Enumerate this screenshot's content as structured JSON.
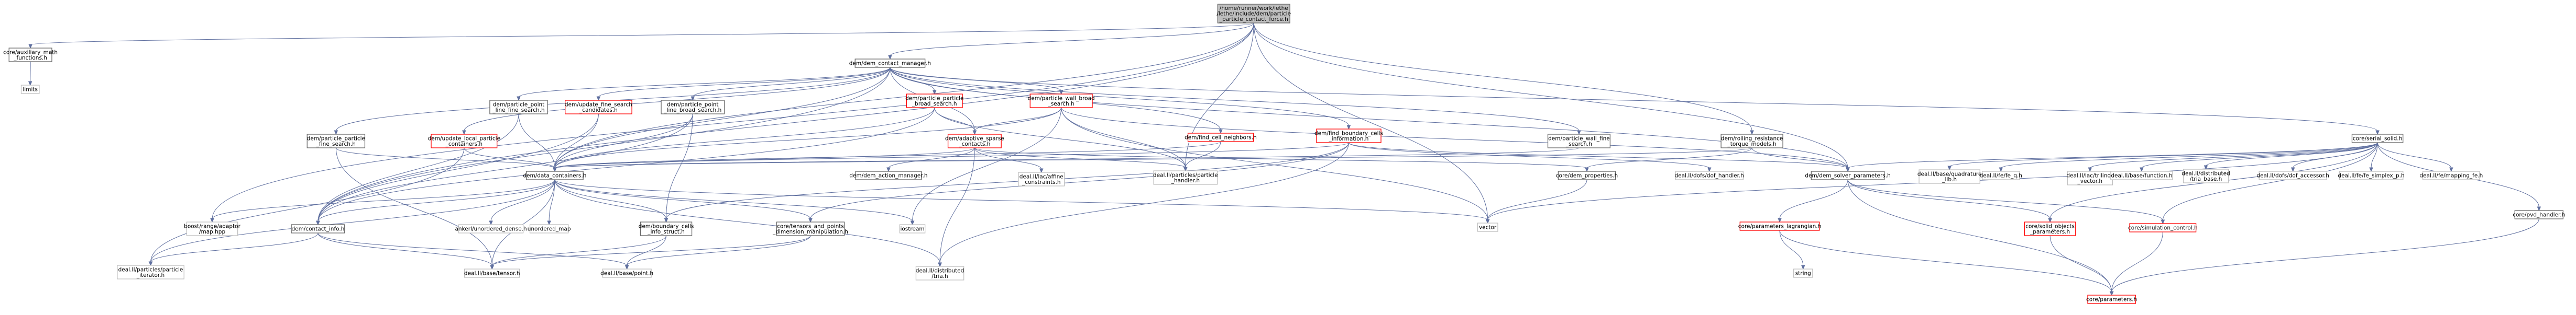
{
  "palette": {
    "root_fill": "#bfbfbf",
    "node_fill": "#ffffff",
    "linked_border": "#666666",
    "partial_border": "#ff0000",
    "external_border": "#bfbfbf",
    "edge": "#5f6f9f",
    "text": "#000000"
  },
  "nodes": [
    {
      "id": "root",
      "lines": [
        "/home/runner/work/lethe",
        "/lethe/include/dem/particle",
        "_particle_contact_force.h"
      ],
      "kind": "root"
    },
    {
      "id": "aux_math",
      "lines": [
        "core/auxiliary_math",
        "_functions.h"
      ],
      "kind": "linked"
    },
    {
      "id": "limits",
      "lines": [
        "limits"
      ],
      "kind": "external"
    },
    {
      "id": "dcm",
      "lines": [
        "dem/dem_contact_manager.h"
      ],
      "kind": "linked"
    },
    {
      "id": "ppfs",
      "lines": [
        "dem/particle_point",
        "_line_fine_search.h"
      ],
      "kind": "linked"
    },
    {
      "id": "ufsc",
      "lines": [
        "dem/update_fine_search",
        "_candidates.h"
      ],
      "kind": "partial"
    },
    {
      "id": "pplbs",
      "lines": [
        "dem/particle_point",
        "_line_broad_search.h"
      ],
      "kind": "linked"
    },
    {
      "id": "ppbs",
      "lines": [
        "dem/particle_particle",
        "_broad_search.h"
      ],
      "kind": "partial"
    },
    {
      "id": "pwbs",
      "lines": [
        "dem/particle_wall_broad",
        "_search.h"
      ],
      "kind": "partial"
    },
    {
      "id": "ppfs2",
      "lines": [
        "dem/particle_particle",
        "_fine_search.h"
      ],
      "kind": "linked"
    },
    {
      "id": "ulc",
      "lines": [
        "dem/update_local_particle",
        "_containers.h"
      ],
      "kind": "partial"
    },
    {
      "id": "asc",
      "lines": [
        "dem/adaptive_sparse",
        "_contacts.h"
      ],
      "kind": "partial"
    },
    {
      "id": "fcn",
      "lines": [
        "dem/find_cell_neighbors.h"
      ],
      "kind": "partial"
    },
    {
      "id": "fbci",
      "lines": [
        "dem/find_boundary_cells",
        "_information.h"
      ],
      "kind": "partial"
    },
    {
      "id": "pwfs",
      "lines": [
        "dem/particle_wall_fine",
        "_search.h"
      ],
      "kind": "linked"
    },
    {
      "id": "rrtm",
      "lines": [
        "dem/rolling_resistance",
        "_torque_models.h"
      ],
      "kind": "linked"
    },
    {
      "id": "ss",
      "lines": [
        "core/serial_solid.h"
      ],
      "kind": "linked"
    },
    {
      "id": "ddc",
      "lines": [
        "dem/data_containers.h"
      ],
      "kind": "linked"
    },
    {
      "id": "dam",
      "lines": [
        "dem/dem_action_manager.h"
      ],
      "kind": "linked"
    },
    {
      "id": "affine",
      "lines": [
        "deal.II/lac/affine",
        "_constraints.h"
      ],
      "kind": "external"
    },
    {
      "id": "pph",
      "lines": [
        "deal.II/particles/particle",
        "_handler.h"
      ],
      "kind": "external"
    },
    {
      "id": "dp",
      "lines": [
        "core/dem_properties.h"
      ],
      "kind": "linked"
    },
    {
      "id": "dofh",
      "lines": [
        "deal.II/dofs/dof_handler.h"
      ],
      "kind": "external"
    },
    {
      "id": "dsp",
      "lines": [
        "dem/dem_solver_parameters.h"
      ],
      "kind": "linked"
    },
    {
      "id": "quad",
      "lines": [
        "deal.II/base/quadrature",
        "_lib.h"
      ],
      "kind": "external"
    },
    {
      "id": "feq",
      "lines": [
        "deal.II/fe/fe_q.h"
      ],
      "kind": "external"
    },
    {
      "id": "trilinos",
      "lines": [
        "deal.II/lac/trilinos",
        "_vector.h"
      ],
      "kind": "external"
    },
    {
      "id": "function",
      "lines": [
        "deal.II/base/function.h"
      ],
      "kind": "external"
    },
    {
      "id": "tria_base",
      "lines": [
        "deal.II/distributed",
        "/tria_base.h"
      ],
      "kind": "external"
    },
    {
      "id": "dof_acc",
      "lines": [
        "deal.II/dofs/dof_accessor.h"
      ],
      "kind": "external"
    },
    {
      "id": "simplex",
      "lines": [
        "deal.II/fe/fe_simplex_p.h"
      ],
      "kind": "external"
    },
    {
      "id": "mapping",
      "lines": [
        "deal.II/fe/mapping_fe.h"
      ],
      "kind": "external"
    },
    {
      "id": "pvd",
      "lines": [
        "core/pvd_handler.h"
      ],
      "kind": "linked"
    },
    {
      "id": "boost_map",
      "lines": [
        "boost/range/adaptor",
        "/map.hpp"
      ],
      "kind": "external"
    },
    {
      "id": "dci",
      "lines": [
        "dem/contact_info.h"
      ],
      "kind": "linked"
    },
    {
      "id": "ankerl",
      "lines": [
        "ankerl/unordered_dense.h"
      ],
      "kind": "external"
    },
    {
      "id": "umap",
      "lines": [
        "unordered_map"
      ],
      "kind": "external"
    },
    {
      "id": "bci",
      "lines": [
        "dem/boundary_cells",
        "_info_struct.h"
      ],
      "kind": "linked"
    },
    {
      "id": "tpdm",
      "lines": [
        "core/tensors_and_points",
        "_dimension_manipulation.h"
      ],
      "kind": "linked"
    },
    {
      "id": "iostream",
      "lines": [
        "iostream"
      ],
      "kind": "external"
    },
    {
      "id": "vector",
      "lines": [
        "vector"
      ],
      "kind": "external"
    },
    {
      "id": "pl",
      "lines": [
        "core/parameters_lagrangian.h"
      ],
      "kind": "partial"
    },
    {
      "id": "sop",
      "lines": [
        "core/solid_objects",
        "_parameters.h"
      ],
      "kind": "partial"
    },
    {
      "id": "sc",
      "lines": [
        "core/simulation_control.h"
      ],
      "kind": "partial"
    },
    {
      "id": "ppi",
      "lines": [
        "deal.II/particles/particle",
        "_iterator.h"
      ],
      "kind": "external"
    },
    {
      "id": "tensor",
      "lines": [
        "deal.II/base/tensor.h"
      ],
      "kind": "external"
    },
    {
      "id": "point",
      "lines": [
        "deal.II/base/point.h"
      ],
      "kind": "external"
    },
    {
      "id": "tria",
      "lines": [
        "deal.II/distributed",
        "/tria.h"
      ],
      "kind": "external"
    },
    {
      "id": "string",
      "lines": [
        "string"
      ],
      "kind": "external"
    },
    {
      "id": "params",
      "lines": [
        "core/parameters.h"
      ],
      "kind": "partial"
    }
  ],
  "edges": [
    [
      "root",
      "aux_math"
    ],
    [
      "root",
      "dcm"
    ],
    [
      "root",
      "boost_map"
    ],
    [
      "root",
      "dci"
    ],
    [
      "root",
      "ddc"
    ],
    [
      "root",
      "rrtm"
    ],
    [
      "root",
      "pph"
    ],
    [
      "root",
      "vector"
    ],
    [
      "root",
      "dsp"
    ],
    [
      "aux_math",
      "limits"
    ],
    [
      "dcm",
      "ppfs"
    ],
    [
      "dcm",
      "ufsc"
    ],
    [
      "dcm",
      "pplbs"
    ],
    [
      "dcm",
      "ppbs"
    ],
    [
      "dcm",
      "pwbs"
    ],
    [
      "dcm",
      "ppfs2"
    ],
    [
      "dcm",
      "ulc"
    ],
    [
      "dcm",
      "asc"
    ],
    [
      "dcm",
      "fcn"
    ],
    [
      "dcm",
      "fbci"
    ],
    [
      "dcm",
      "pwfs"
    ],
    [
      "dcm",
      "ss"
    ],
    [
      "dcm",
      "ddc"
    ],
    [
      "dcm",
      "dci"
    ],
    [
      "dcm",
      "dsp"
    ],
    [
      "ppfs",
      "ddc"
    ],
    [
      "ppfs",
      "dci"
    ],
    [
      "ufsc",
      "ddc"
    ],
    [
      "ufsc",
      "dci"
    ],
    [
      "pplbs",
      "ddc"
    ],
    [
      "pplbs",
      "dci"
    ],
    [
      "pplbs",
      "bci"
    ],
    [
      "ppbs",
      "asc"
    ],
    [
      "ppbs",
      "ddc"
    ],
    [
      "ppbs",
      "pph"
    ],
    [
      "ppbs",
      "dci"
    ],
    [
      "pwbs",
      "asc"
    ],
    [
      "pwbs",
      "ddc"
    ],
    [
      "pwbs",
      "pph"
    ],
    [
      "pwbs",
      "dsp"
    ],
    [
      "pwbs",
      "iostream"
    ],
    [
      "pwbs",
      "vector"
    ],
    [
      "ppfs2",
      "ddc"
    ],
    [
      "ppfs2",
      "tensor"
    ],
    [
      "ulc",
      "ddc"
    ],
    [
      "ulc",
      "ppi"
    ],
    [
      "asc",
      "ddc"
    ],
    [
      "asc",
      "dam"
    ],
    [
      "asc",
      "affine"
    ],
    [
      "asc",
      "pph"
    ],
    [
      "asc",
      "dp"
    ],
    [
      "asc",
      "tria"
    ],
    [
      "fcn",
      "ddc"
    ],
    [
      "fcn",
      "pph"
    ],
    [
      "fbci",
      "ddc"
    ],
    [
      "fbci",
      "bci"
    ],
    [
      "fbci",
      "tpdm"
    ],
    [
      "fbci",
      "dsp"
    ],
    [
      "fbci",
      "tria"
    ],
    [
      "fbci",
      "dofh"
    ],
    [
      "pwfs",
      "ddc"
    ],
    [
      "rrtm",
      "ddc"
    ],
    [
      "rrtm",
      "dp"
    ],
    [
      "rrtm",
      "dsp"
    ],
    [
      "ss",
      "dsp"
    ],
    [
      "ss",
      "quad"
    ],
    [
      "ss",
      "feq"
    ],
    [
      "ss",
      "trilinos"
    ],
    [
      "ss",
      "function"
    ],
    [
      "ss",
      "tria_base"
    ],
    [
      "ss",
      "dof_acc"
    ],
    [
      "ss",
      "simplex"
    ],
    [
      "ss",
      "mapping"
    ],
    [
      "ss",
      "pvd"
    ],
    [
      "ss",
      "sop"
    ],
    [
      "ss",
      "sc"
    ],
    [
      "ss",
      "vector"
    ],
    [
      "ddc",
      "boost_map"
    ],
    [
      "ddc",
      "dci"
    ],
    [
      "ddc",
      "ankerl"
    ],
    [
      "ddc",
      "umap"
    ],
    [
      "ddc",
      "bci"
    ],
    [
      "ddc",
      "tpdm"
    ],
    [
      "ddc",
      "iostream"
    ],
    [
      "ddc",
      "vector"
    ],
    [
      "ddc",
      "ppi"
    ],
    [
      "ddc",
      "tensor"
    ],
    [
      "ddc",
      "tria"
    ],
    [
      "dci",
      "ppi"
    ],
    [
      "dci",
      "tensor"
    ],
    [
      "dci",
      "point"
    ],
    [
      "bci",
      "tensor"
    ],
    [
      "bci",
      "point"
    ],
    [
      "tpdm",
      "tensor"
    ],
    [
      "tpdm",
      "point"
    ],
    [
      "dp",
      "vector"
    ],
    [
      "dsp",
      "pl"
    ],
    [
      "dsp",
      "sop"
    ],
    [
      "dsp",
      "sc"
    ],
    [
      "dsp",
      "params"
    ],
    [
      "pl",
      "string"
    ],
    [
      "pl",
      "params"
    ],
    [
      "sop",
      "params"
    ],
    [
      "sc",
      "params"
    ],
    [
      "pvd",
      "params"
    ]
  ]
}
